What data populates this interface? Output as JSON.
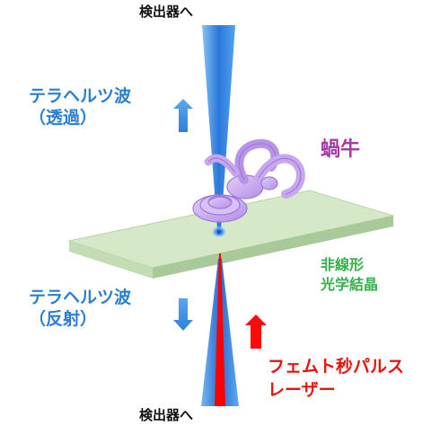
{
  "labels": {
    "detector_top": "検出器へ",
    "detector_bottom": "検出器へ",
    "thz_transmitted_line1": "テラヘルツ波",
    "thz_transmitted_line2": "（透過）",
    "thz_reflected_line1": "テラヘルツ波",
    "thz_reflected_line2": "（反射）",
    "cochlea": "蝸牛",
    "crystal_line1": "非線形",
    "crystal_line2": "光学結晶",
    "laser_line1": "フェムト秒パルス",
    "laser_line2": "レーザー"
  },
  "colors": {
    "beam_blue": "#2b78db",
    "arrow_blue": "#3f93e3",
    "laser_red": "#ff0000",
    "crystal_green": "#d4e8c6",
    "cochlea_purple": "#c8a6ee",
    "label_purple": "#a13ca7",
    "label_green": "#36b04a",
    "label_red": "#e8140a"
  },
  "icons": {
    "up_arrow": "arrow-up-icon",
    "down_arrow": "arrow-down-icon",
    "laser_arrow": "arrow-up-icon"
  }
}
